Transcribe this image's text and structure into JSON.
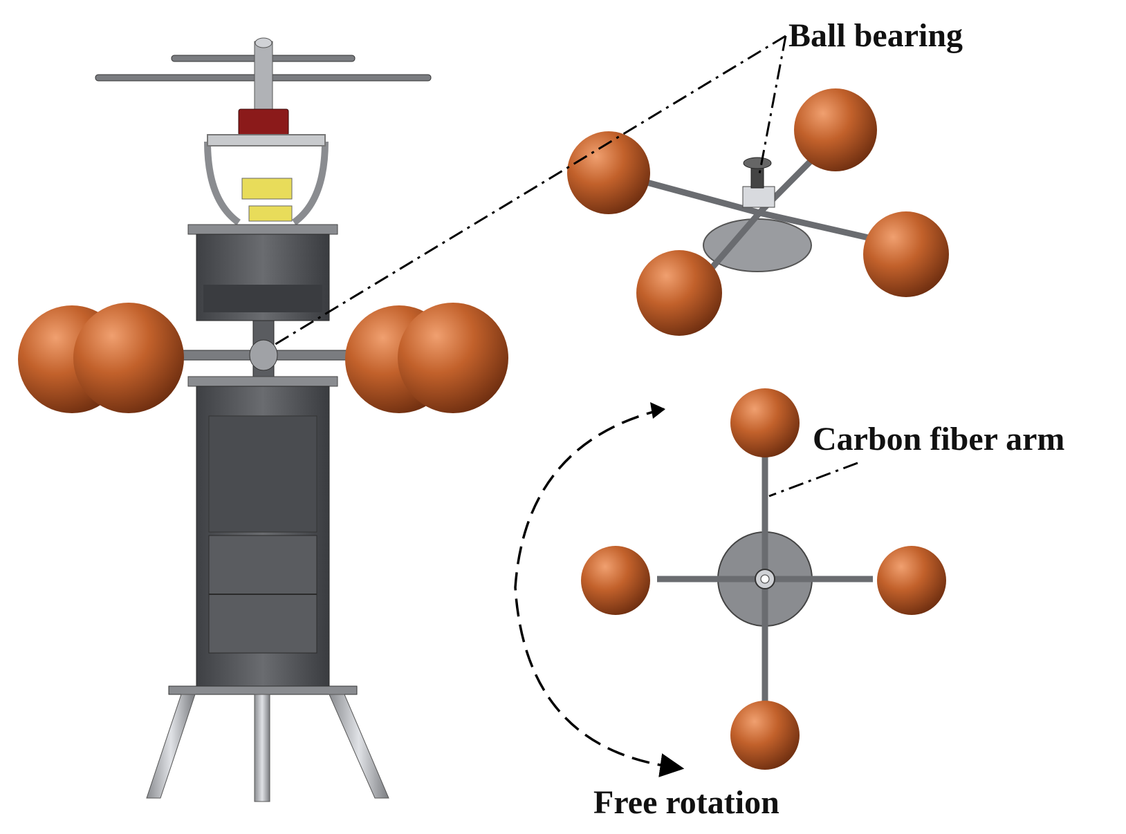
{
  "labels": {
    "ball_bearing": "Ball bearing",
    "carbon_fiber_arm": "Carbon fiber arm",
    "free_rotation": "Free rotation"
  },
  "colors": {
    "sphere": "#c2612b",
    "metal": "#5d5f63",
    "rotor_cap": "#8b1a1a",
    "bearing_yellow": "#e8dc5a"
  }
}
